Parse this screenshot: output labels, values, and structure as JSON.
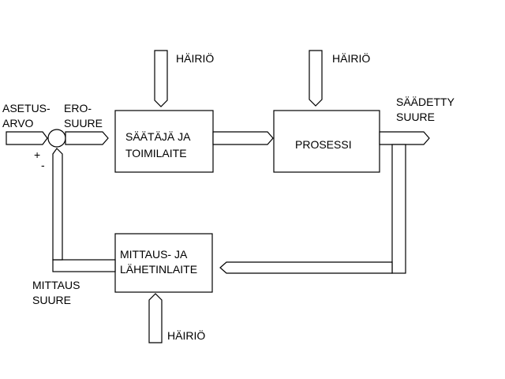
{
  "diagram": {
    "title": "Säätöpiiri (control loop)",
    "blocks": {
      "controller": {
        "line1": "SÄÄTÄJÄ JA",
        "line2": "TOIMILAITE"
      },
      "process": {
        "label": "PROSESSI"
      },
      "measurement": {
        "line1": "MITTAUS- JA",
        "line2": "LÄHETINLAITE"
      }
    },
    "labels": {
      "setpoint_line1": "ASETUS-",
      "setpoint_line2": "ARVO",
      "error_line1": "ERO-",
      "error_line2": "SUURE",
      "output_line1": "SÄÄDETTY",
      "output_line2": "SUURE",
      "measured_line1": "MITTAUS",
      "measured_line2": "SUURE",
      "plus": "+",
      "minus": "-"
    },
    "disturbances": {
      "controller": "HÄIRIÖ",
      "process": "HÄIRIÖ",
      "measurement": "HÄIRIÖ"
    },
    "colors": {
      "stroke": "#000000",
      "background": "#ffffff"
    }
  }
}
